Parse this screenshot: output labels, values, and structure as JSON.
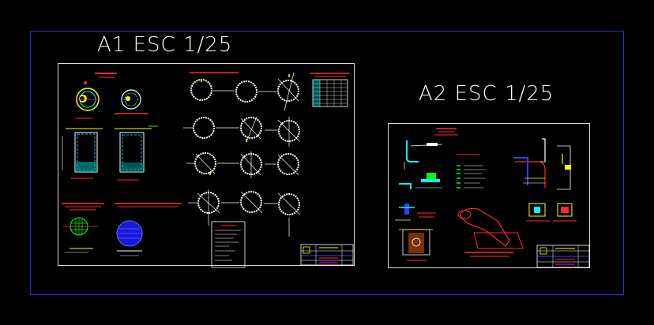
{
  "window": {
    "background": "#000000",
    "frame_color": "#2a2ad8",
    "sheet_border_color": "#d8d8d8"
  },
  "sheets": [
    {
      "id": "a1",
      "label": "A1 ESC 1/25"
    },
    {
      "id": "a2",
      "label": "A2 ESC 1/25"
    }
  ],
  "colors": {
    "title_red": "#ff2a2a",
    "pipe_white": "#ffffff",
    "accent_yellow": "#ffff00",
    "accent_cyan": "#00ffff",
    "accent_green": "#00ff00",
    "accent_blue": "#3a3aff",
    "accent_magenta": "#ff00ff"
  },
  "icons": {
    "pipe_section": "circle-section-icon",
    "title_block": "title-block-icon",
    "elevation": "manhole-elevation-icon"
  }
}
